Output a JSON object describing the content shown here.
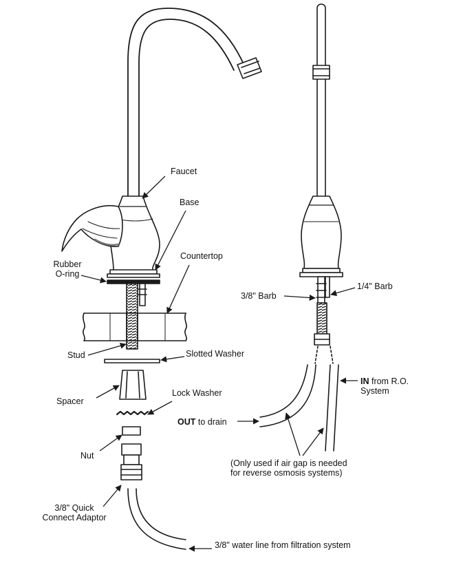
{
  "labels": {
    "faucet": "Faucet",
    "base": "Base",
    "rubber_oring_line1": "Rubber",
    "rubber_oring_line2": "O-ring",
    "countertop": "Countertop",
    "stud": "Stud",
    "slotted_washer": "Slotted Washer",
    "spacer": "Spacer",
    "lock_washer": "Lock Washer",
    "nut": "Nut",
    "adaptor_line1": "3/8\" Quick",
    "adaptor_line2": "Connect Adaptor",
    "water_line": "3/8\" water line from filtration system",
    "barb_38": "3/8\" Barb",
    "barb_14": "1/4\" Barb",
    "in_bold": "IN",
    "in_rest": " from R.O.",
    "in_line2": "System",
    "out_bold": "OUT",
    "out_rest": " to drain",
    "airgap_line1": "(Only used if air gap is needed",
    "airgap_line2": "for reverse osmosis systems)"
  },
  "colors": {
    "stroke": "#1a1a1a",
    "fill": "#ffffff",
    "shade": "#9a9a9a",
    "text": "#111111"
  }
}
